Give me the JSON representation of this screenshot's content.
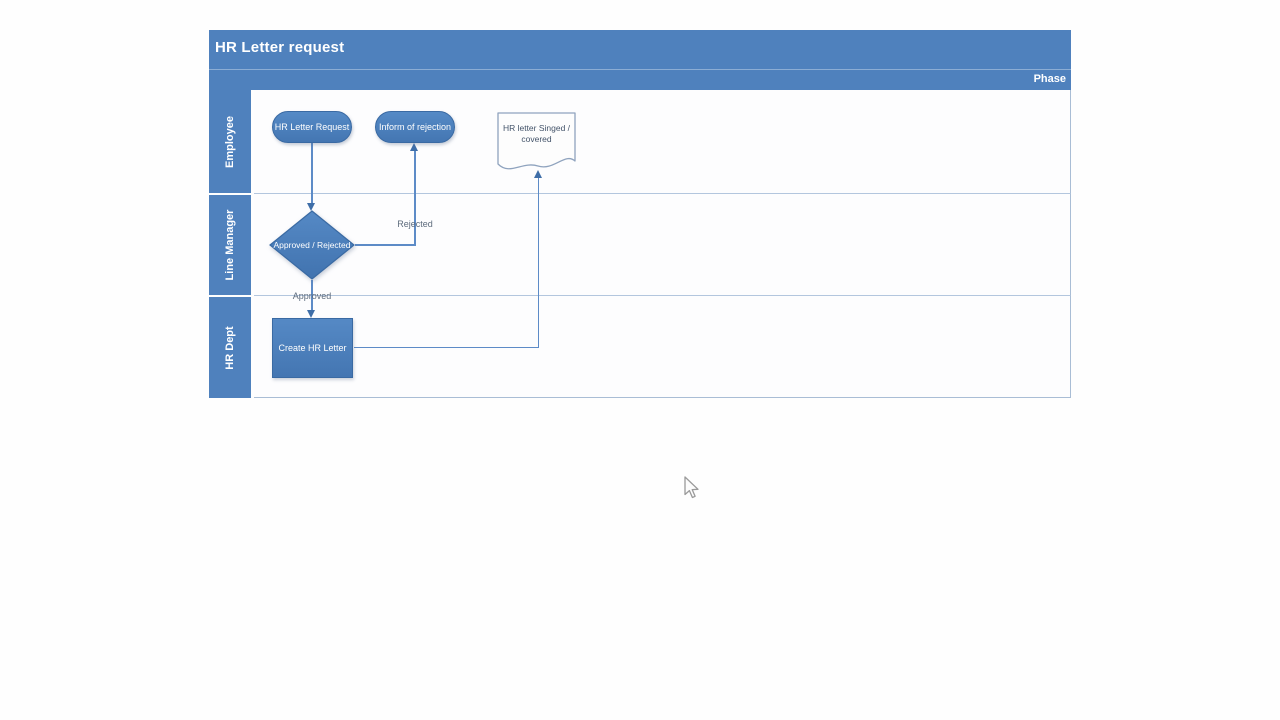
{
  "diagram": {
    "title": "HR Letter request",
    "phase_label": "Phase",
    "lanes": [
      {
        "label": "Employee"
      },
      {
        "label": "Line Manager"
      },
      {
        "label": "HR Dept"
      }
    ],
    "nodes": {
      "hr_letter_request": {
        "label": "HR Letter Request",
        "shape": "rounded-pill",
        "lane": "Employee"
      },
      "inform_of_rejection": {
        "label": "Inform of rejection",
        "shape": "rounded-pill",
        "lane": "Employee"
      },
      "hr_letter_signed": {
        "label": "HR letter Singed / covered",
        "shape": "document",
        "lane": "Employee"
      },
      "approved_rejected": {
        "label": "Approved / Rejected",
        "shape": "decision-diamond",
        "lane": "Line Manager"
      },
      "create_hr_letter": {
        "label": "Create HR Letter",
        "shape": "process-rectangle",
        "lane": "HR Dept"
      }
    },
    "connectors": {
      "rejected_label": "Rejected",
      "approved_label": "Approved"
    },
    "colors": {
      "header_blue": "#4f81bd",
      "shape_fill": "#4a7db9",
      "shape_border": "#3a6aa3",
      "connector": "#5d8bc7",
      "lane_border": "#b3c6de",
      "document_text": "#44546a",
      "connector_label": "#5d6b7c",
      "background": "#fefefe"
    }
  }
}
